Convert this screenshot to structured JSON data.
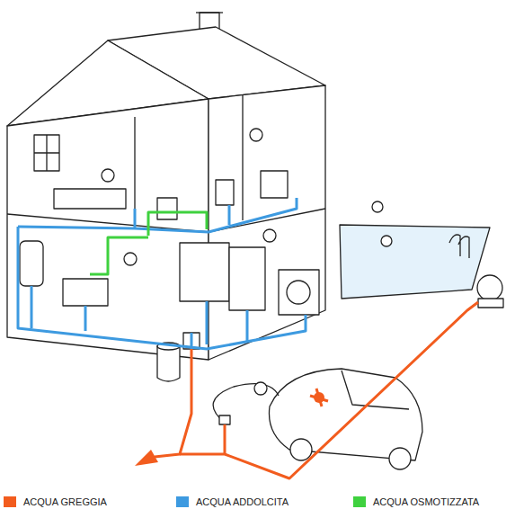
{
  "diagram": {
    "legend": [
      {
        "text": "ACQUA GREGGIA",
        "color": "#f25c1e"
      },
      {
        "text": "ACQUA ADDOLCITA",
        "color": "#3d9ae0"
      },
      {
        "text": "ACQUA OSMOTIZZATA",
        "color": "#3fd13f"
      }
    ]
  }
}
